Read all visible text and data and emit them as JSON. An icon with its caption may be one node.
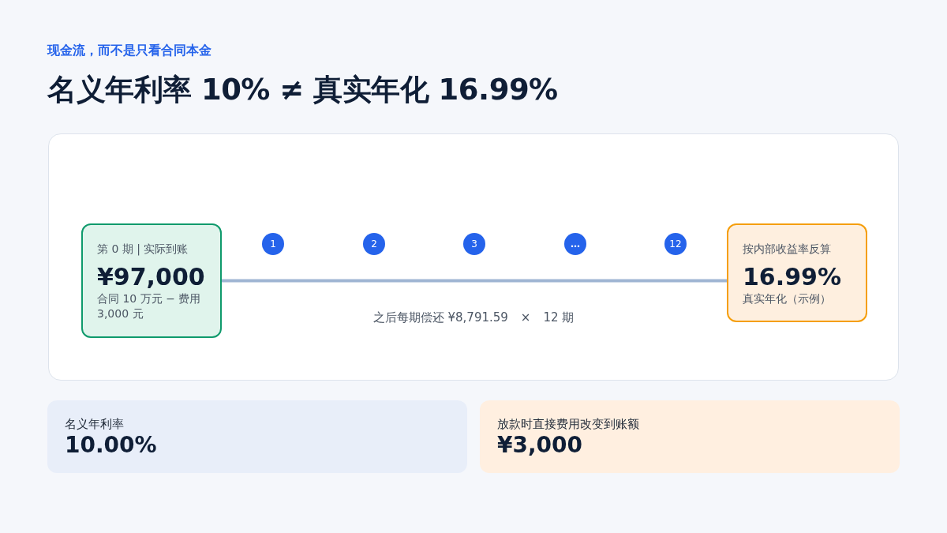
{
  "diagram": {
    "title": "名义年利率 10% ≠ 真实年化 16.99%",
    "nodes": [
      {
        "text": [
          "第 0 期 | 实际到账",
          "¥97,000",
          "合同 10 万元 − 费用 3,000 元"
        ]
      },
      {
        "text": [
          "1"
        ]
      },
      {
        "text": [
          "2"
        ]
      },
      {
        "text": [
          "3"
        ]
      },
      {
        "text": [
          "…"
        ]
      },
      {
        "text": [
          "12"
        ]
      },
      {
        "text": [
          "按内部收益率反算",
          "16.99%",
          "真实年化（示例）"
        ]
      },
      {
        "text": [
          "名义年利率",
          "10.00%"
        ]
      },
      {
        "text": [
          "放款时直接费用改变到账额",
          "¥3,000"
        ]
      }
    ],
    "edges": [
      {
        "from": 0,
        "to": 6,
        "arrow": "none"
      }
    ],
    "labels": [
      "现金流，而不是只看合同本金",
      "之后每期偿还 ¥8,791.59",
      "×",
      "12 期"
    ]
  }
}
